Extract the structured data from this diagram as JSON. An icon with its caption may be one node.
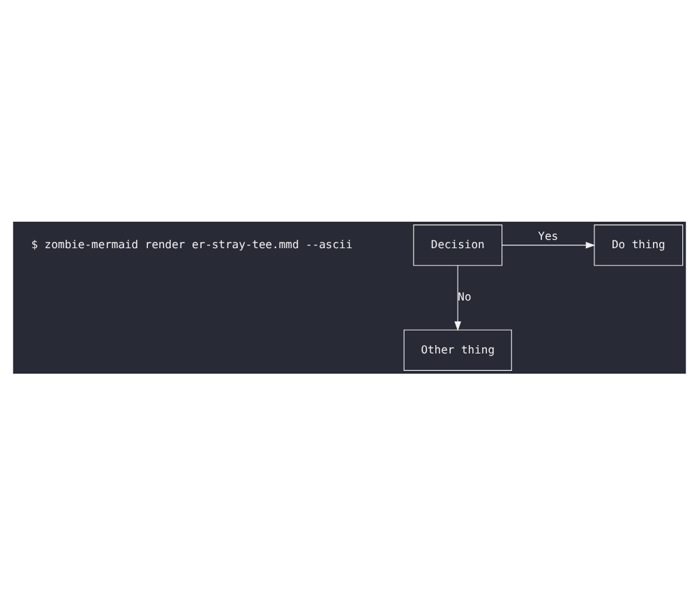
{
  "diagram": {
    "nodes": [
      {
        "text": [
          "Decision"
        ]
      },
      {
        "text": [
          "Do thing"
        ]
      },
      {
        "text": [
          "Other thing"
        ]
      }
    ],
    "edges": [
      {
        "from": 0,
        "to": 1,
        "arrow": "to",
        "label": "Yes"
      },
      {
        "from": 0,
        "to": 2,
        "arrow": "to",
        "label": "No"
      }
    ],
    "labels": [
      "$ zombie-mermaid render er-stray-tee.mmd --ascii"
    ]
  }
}
